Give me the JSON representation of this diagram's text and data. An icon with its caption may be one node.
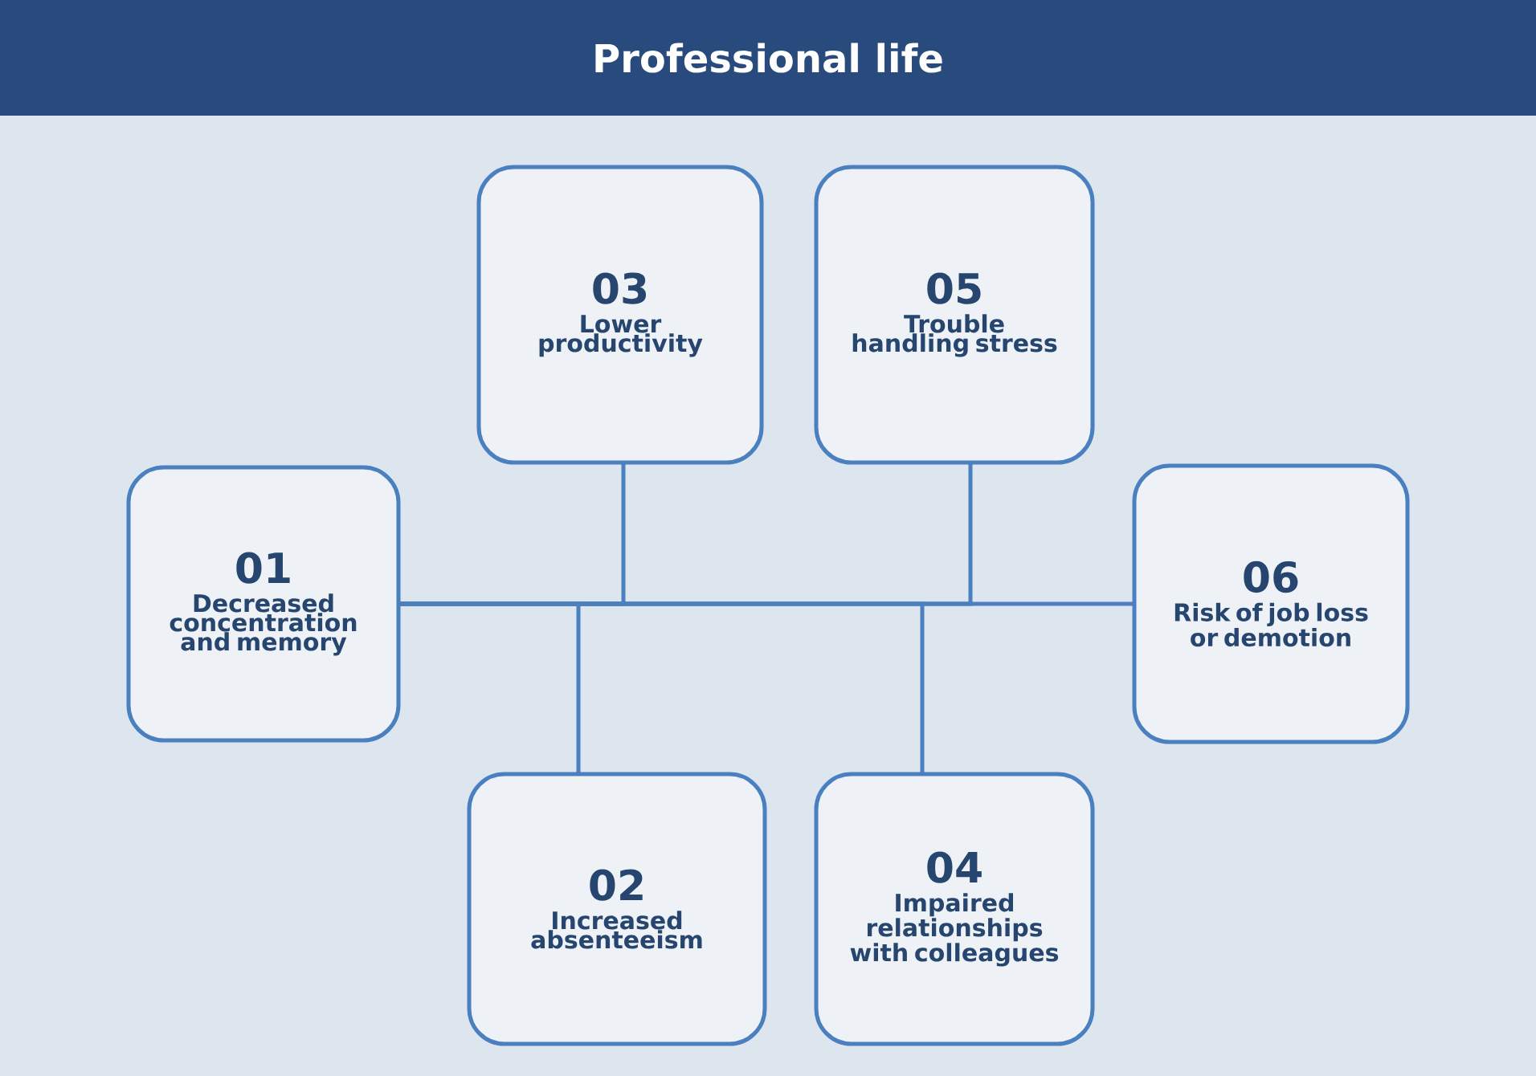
{
  "diagram": {
    "title": "Professional life",
    "nodes": [
      {
        "text": [
          "01",
          "Decreased concentration and memory"
        ]
      },
      {
        "text": [
          "03",
          "Lower productivity"
        ]
      },
      {
        "text": [
          "05",
          "Trouble handling stress"
        ]
      },
      {
        "text": [
          "02",
          "Increased absenteeism"
        ]
      },
      {
        "text": [
          "04",
          "Impaired relationships with colleagues"
        ]
      },
      {
        "text": [
          "06",
          "Risk of job loss or demotion"
        ]
      }
    ],
    "edges": [
      {
        "from": 0,
        "to": 1,
        "arrow": "none"
      },
      {
        "from": 0,
        "to": 2,
        "arrow": "none"
      },
      {
        "from": 0,
        "to": 3,
        "arrow": "none"
      },
      {
        "from": 0,
        "to": 4,
        "arrow": "none"
      },
      {
        "from": 0,
        "to": 5,
        "arrow": "none"
      }
    ]
  }
}
